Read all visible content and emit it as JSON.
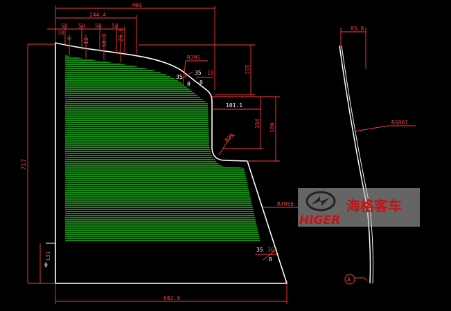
{
  "dimensions": {
    "overall_width_top": "469",
    "width_244": "244.4",
    "step_30": "30",
    "step_50_a": "50",
    "step_50_b": "50",
    "step_50_c": "50",
    "step_50_d": "50",
    "rise_6": "6",
    "rise_12": "12",
    "rise_18": "18.3",
    "rise_26": "26.0",
    "radius_top": "R395",
    "corner_35_left": "35",
    "corner_35_right": "35",
    "corner_theta_left": "θ",
    "corner_theta_right": "θ",
    "offset_10": "10",
    "height_155": "155",
    "notch_width": "101.1",
    "notch_154": "154",
    "notch_189": "189",
    "radius_inner": "R35",
    "radius_slope": "R4955",
    "height_left": "717",
    "bottom_131": "131",
    "bottom_theta": "θ",
    "bottom_corner_35": "35",
    "bottom_corner_36": "36",
    "bottom_corner_theta": "θ",
    "overall_width_bottom": "682.9",
    "side_width": "85.8",
    "side_radius": "R6001",
    "section_label": "A"
  },
  "logo": {
    "brand_cn": "海格客车",
    "brand_en": "HIGER"
  },
  "colors": {
    "background": "#000000",
    "outline": "#ffffff",
    "dimension": "#ff3b3b",
    "hatch": "#22dd22",
    "logo_red": "#cc1010"
  }
}
